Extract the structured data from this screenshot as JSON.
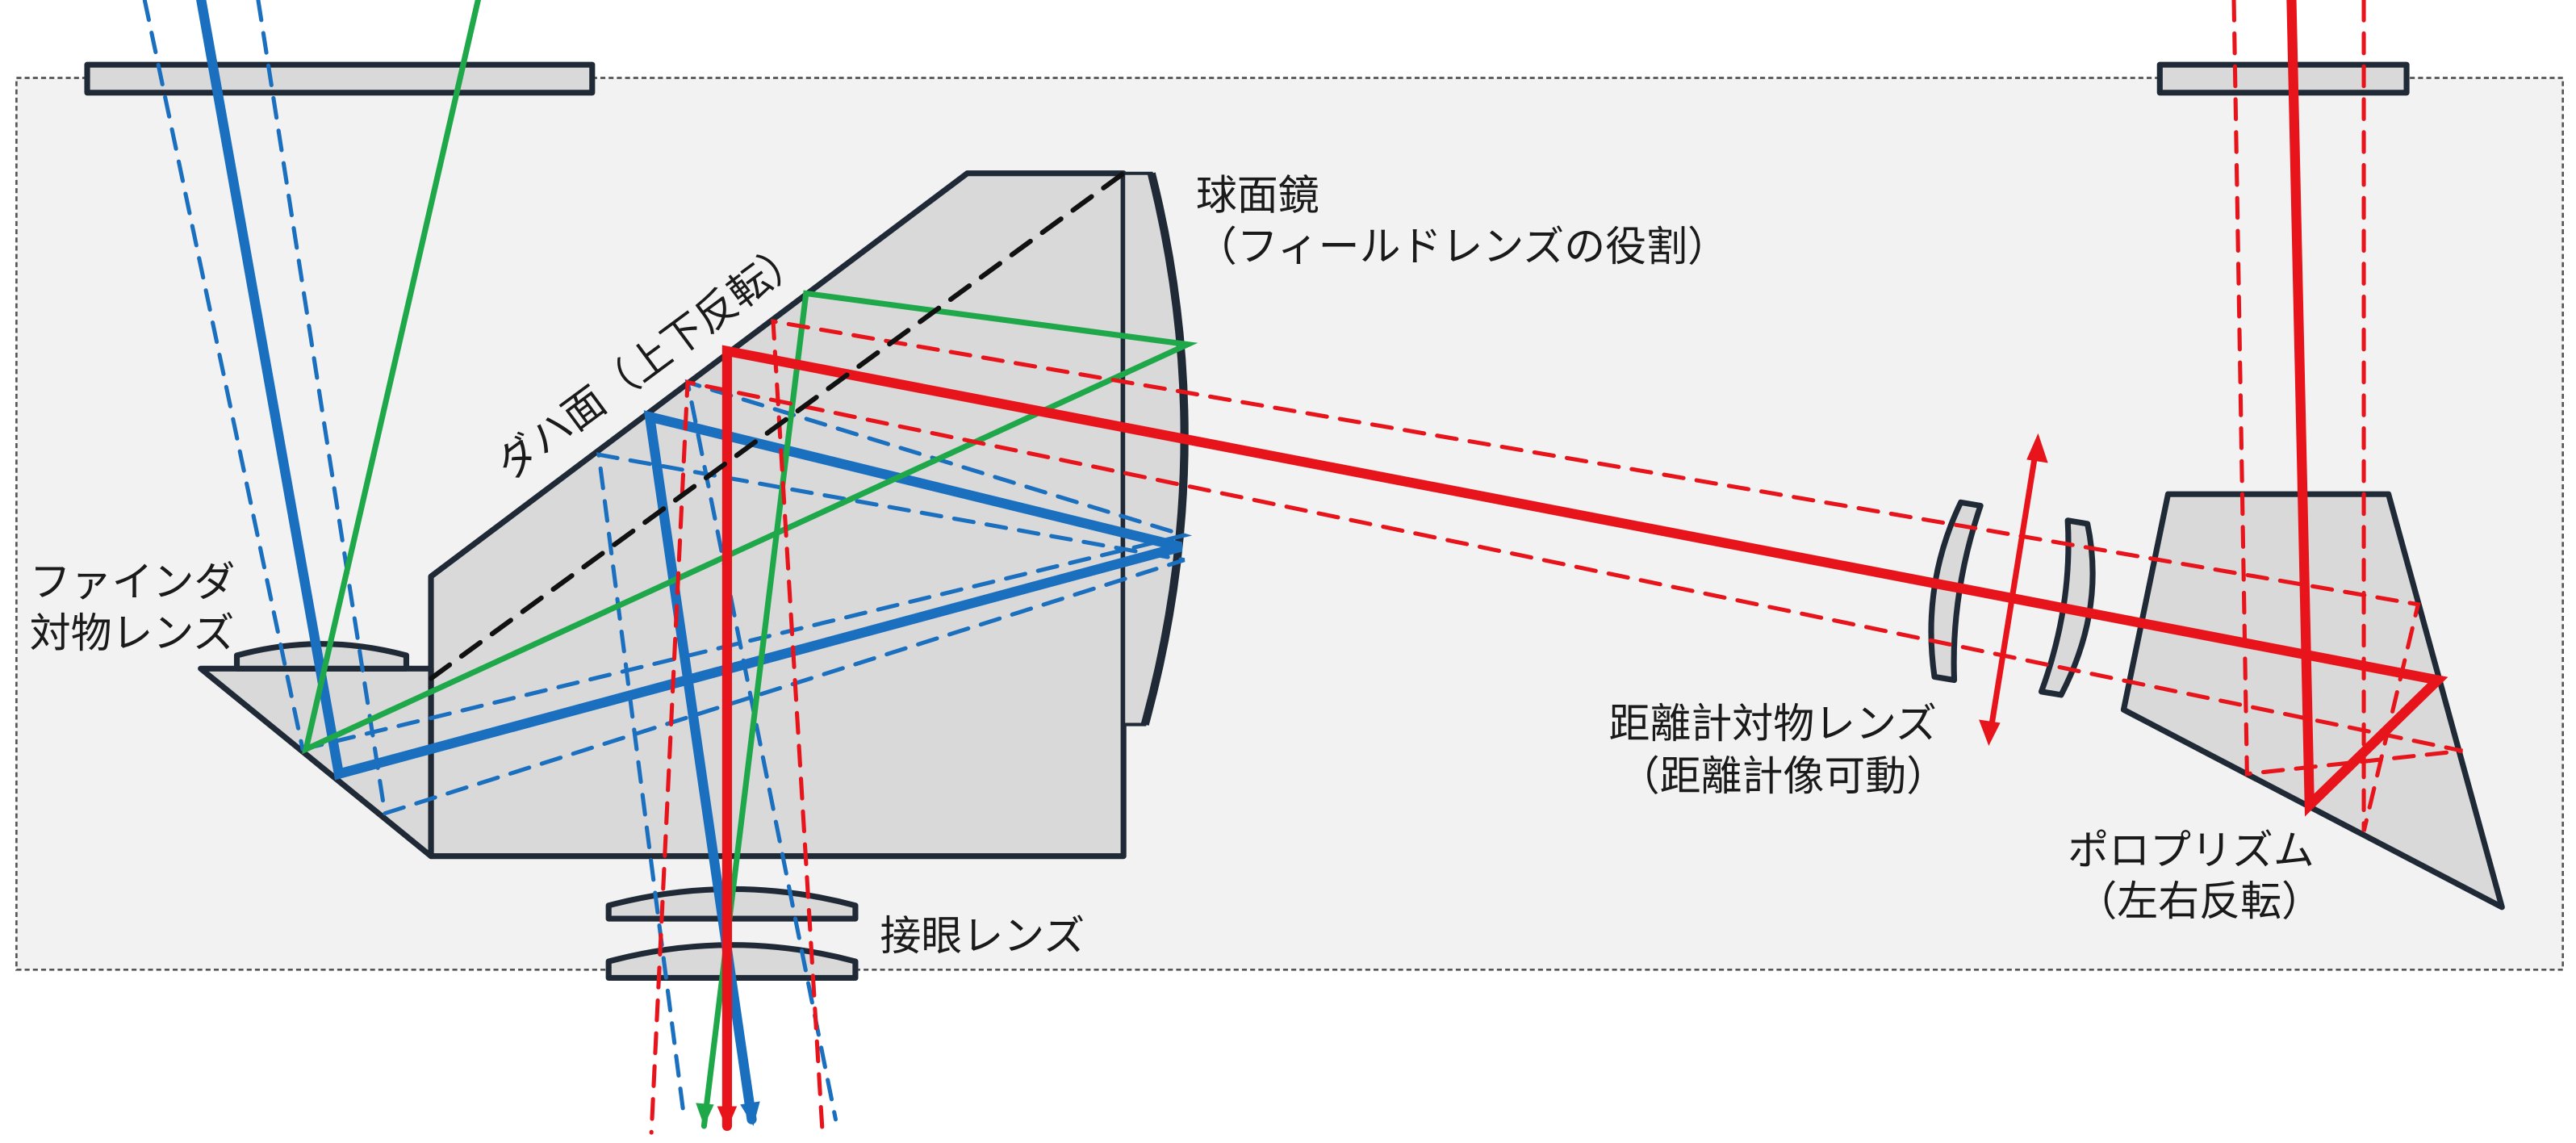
{
  "labels": {
    "spherical_mirror_1": "球面鏡",
    "spherical_mirror_2": "（フィールドレンズの役割）",
    "roof_surface": "ダハ面（上下反転）",
    "finder_objective_1": "ファインダ",
    "finder_objective_2": "対物レンズ",
    "rangefinder_objective_1": "距離計対物レンズ",
    "rangefinder_objective_2": "（距離計像可動）",
    "porro_prism_1": "ポロプリズム",
    "porro_prism_2": "（左右反転）",
    "eyepiece": "接眼レンズ"
  },
  "colors": {
    "finder_ray": "#1a6fbf",
    "rangefinder_ray": "#e8141b",
    "field_ray": "#1fa84a",
    "glass": "#d9d9d9",
    "outline": "#1f2a36",
    "housing": "#f2f2f2"
  }
}
